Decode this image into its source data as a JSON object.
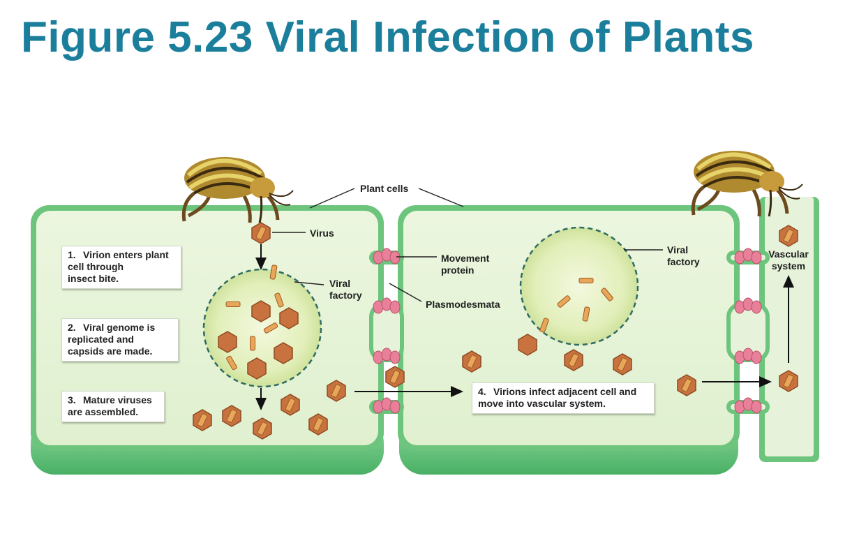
{
  "title": "Figure 5.23 Viral Infection of Plants",
  "labels": {
    "plant_cells": "Plant cells",
    "virus": "Virus",
    "viral_factory_1": "Viral\nfactory",
    "viral_factory_2": "Viral\nfactory",
    "movement_protein": "Movement\nprotein",
    "plasmodesmata": "Plasmodesmata",
    "vascular_system": "Vascular\nsystem"
  },
  "steps": [
    {
      "number": "1.",
      "text": "Virion enters plant\ncell through\ninsect bite."
    },
    {
      "number": "2.",
      "text": "Viral genome is\nreplicated and\ncapsids are made."
    },
    {
      "number": "3.",
      "text": "Mature viruses\nare assembled."
    },
    {
      "number": "4.",
      "text": "Virions infect adjacent cell and\nmove into vascular system."
    }
  ],
  "colors": {
    "title": "#1b7f9c",
    "cell_fill": "#e4f2d4",
    "cell_wall": "#6dc47c",
    "factory_fill": "#e2efba",
    "factory_border": "#2f6b63",
    "capsid": "#c8723f",
    "rna_rod": "#e8a65a",
    "movement_protein": "#e9809a",
    "beetle_stripe": "#d7c24a"
  }
}
